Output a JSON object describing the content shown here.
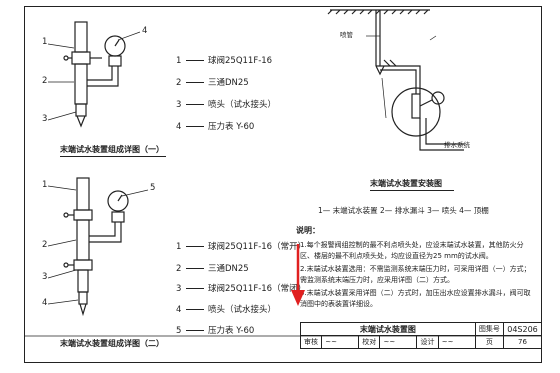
{
  "view_a": {
    "caption": "末端试水装置组成详图（一）",
    "callouts": [
      "1",
      "2",
      "3",
      "4"
    ],
    "legend": [
      {
        "num": "1",
        "text": "球阀25Q11F-16"
      },
      {
        "num": "2",
        "text": "三通DN25"
      },
      {
        "num": "3",
        "text": "喷头（试水接头）"
      },
      {
        "num": "4",
        "text": "压力表 Y-60"
      }
    ]
  },
  "view_b": {
    "caption": "末端试水装置组成详图（二）",
    "callouts": [
      "1",
      "2",
      "3",
      "4",
      "5"
    ],
    "legend": [
      {
        "num": "1",
        "text": "球阀25Q11F-16（常开）"
      },
      {
        "num": "2",
        "text": "三通DN25"
      },
      {
        "num": "3",
        "text": "球阀25Q11F-16（常闭）"
      },
      {
        "num": "4",
        "text": "喷头（试水接头）"
      },
      {
        "num": "5",
        "text": "压力表 Y-60"
      }
    ]
  },
  "install": {
    "caption": "末端试水装置安装图",
    "label_branch": "喷管",
    "label_drain": "排水系统",
    "legend": "1— 末端试水装置 2— 排水漏斗 3— 喷头 4— 顶棚"
  },
  "notes": {
    "heading": "说明：",
    "items": [
      "1.每个报警阀组控制的最不利点喷头处，应设末端试水装置，其他防火分区、楼层的最不利点喷头处，均应设直径为25 mm的试水阀。",
      "2.末端试水装置选用：不需监测系统末端压力时，可采用详图（一）方式；需监测系统末端压力时，应采用详图（二）方式。",
      "3.末端试水装置采用详图（二）方式时，加压出水应设置排水漏斗，阀可取消图中的表装置详细设。"
    ]
  },
  "titleblock": {
    "title": "末端试水装置图",
    "atlas_label": "图集号",
    "atlas_no": "04S206",
    "review_label": "审核",
    "check_label": "校对",
    "design_label": "设计",
    "page_label": "页",
    "page_no": "76"
  }
}
